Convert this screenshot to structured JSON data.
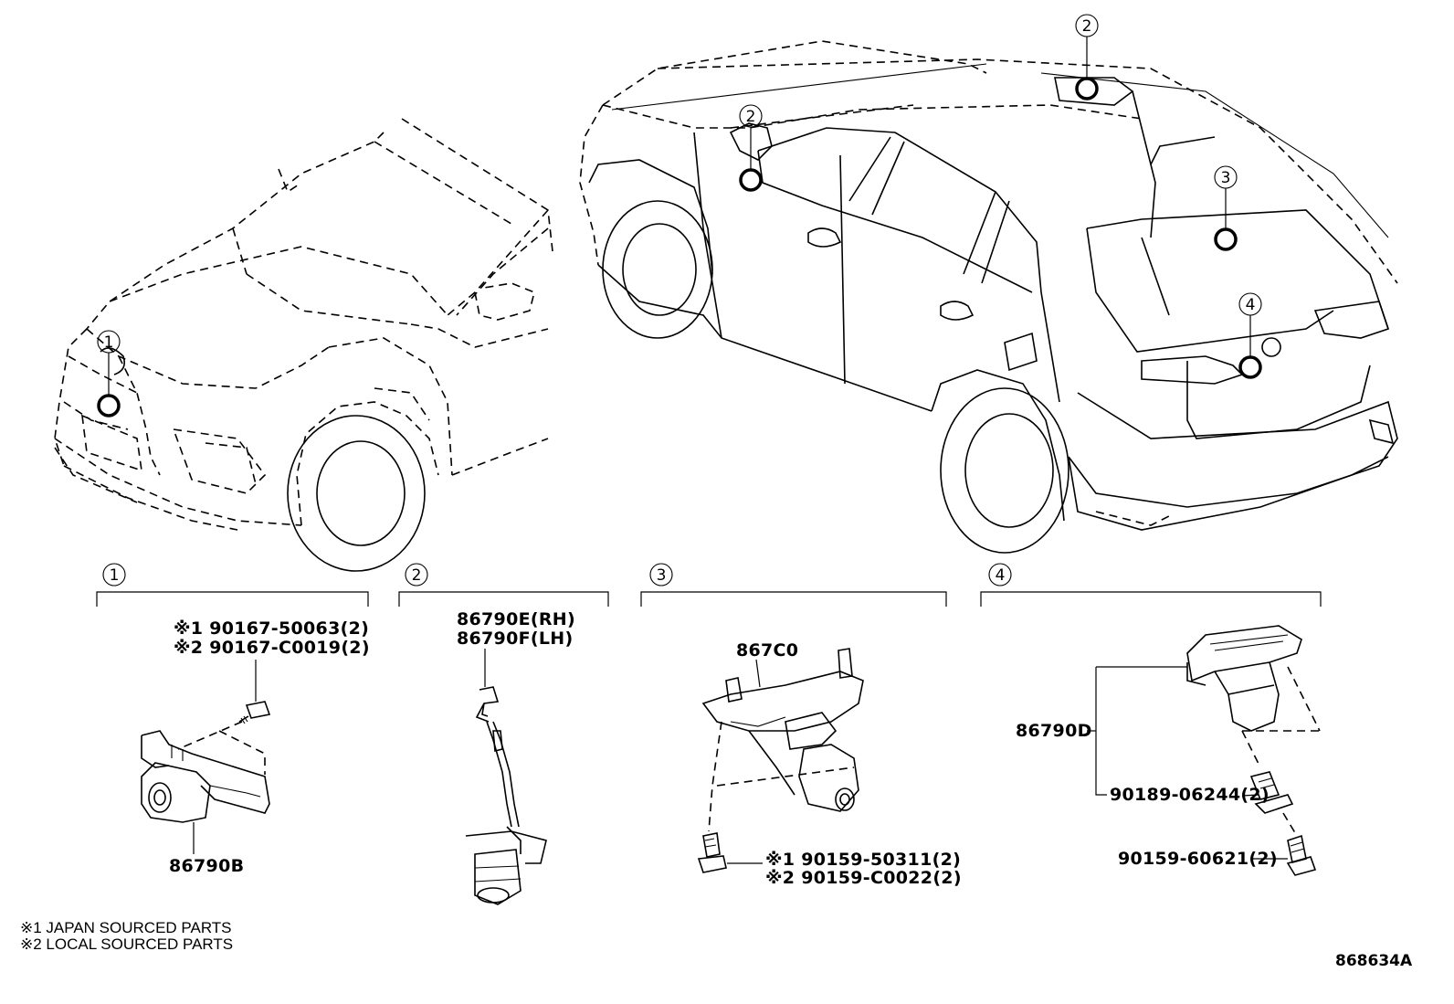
{
  "callouts": [
    "1",
    "2",
    "3",
    "4"
  ],
  "groups": [
    {
      "number": "1",
      "parts": [
        "※1 90167-50063(2)",
        "※2 90167-C0019(2)",
        "86790B"
      ]
    },
    {
      "number": "2",
      "parts": [
        "86790E(RH)",
        "86790F(LH)"
      ]
    },
    {
      "number": "3",
      "parts": [
        "867C0",
        "※1 90159-50311(2)",
        "※2 90159-C0022(2)"
      ]
    },
    {
      "number": "4",
      "parts": [
        "86790D",
        "90189-06244(2)",
        "90159-60621(2)"
      ]
    }
  ],
  "notes": [
    "※1 JAPAN SOURCED PARTS",
    "※2 LOCAL SOURCED PARTS"
  ],
  "diagram_id": "868634A"
}
